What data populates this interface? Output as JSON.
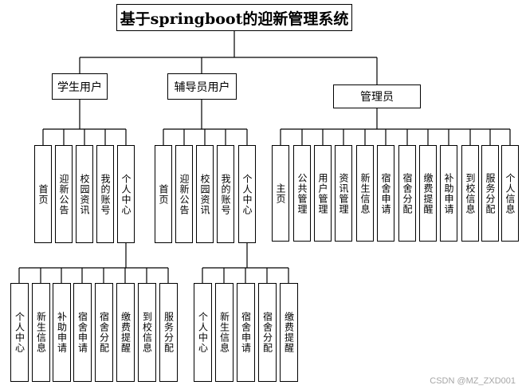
{
  "title": "基于springboot的迎新管理系统",
  "groups": [
    {
      "label": "学生用户",
      "items": [
        "首页",
        "迎新公告",
        "校园资讯",
        "我的账号",
        "个人中心"
      ],
      "sub": [
        "个人中心",
        "新生信息",
        "补助申请",
        "宿舍申请",
        "宿舍分配",
        "缴费提醒",
        "到校信息",
        "服务分配"
      ]
    },
    {
      "label": "辅导员用户",
      "items": [
        "首页",
        "迎新公告",
        "校园资讯",
        "我的账号",
        "个人中心"
      ],
      "sub": [
        "个人中心",
        "新生信息",
        "宿舍申请",
        "宿舍分配",
        "缴费提醒"
      ]
    },
    {
      "label": "管理员",
      "items": [
        "主页",
        "公共管理",
        "用户管理",
        "资讯管理",
        "新生信息",
        "宿舍申请",
        "宿舍分配",
        "缴费提醒",
        "补助申请",
        "到校信息",
        "服务分配",
        "个人信息"
      ]
    }
  ],
  "watermark": "CSDN @MZ_ZXD001"
}
